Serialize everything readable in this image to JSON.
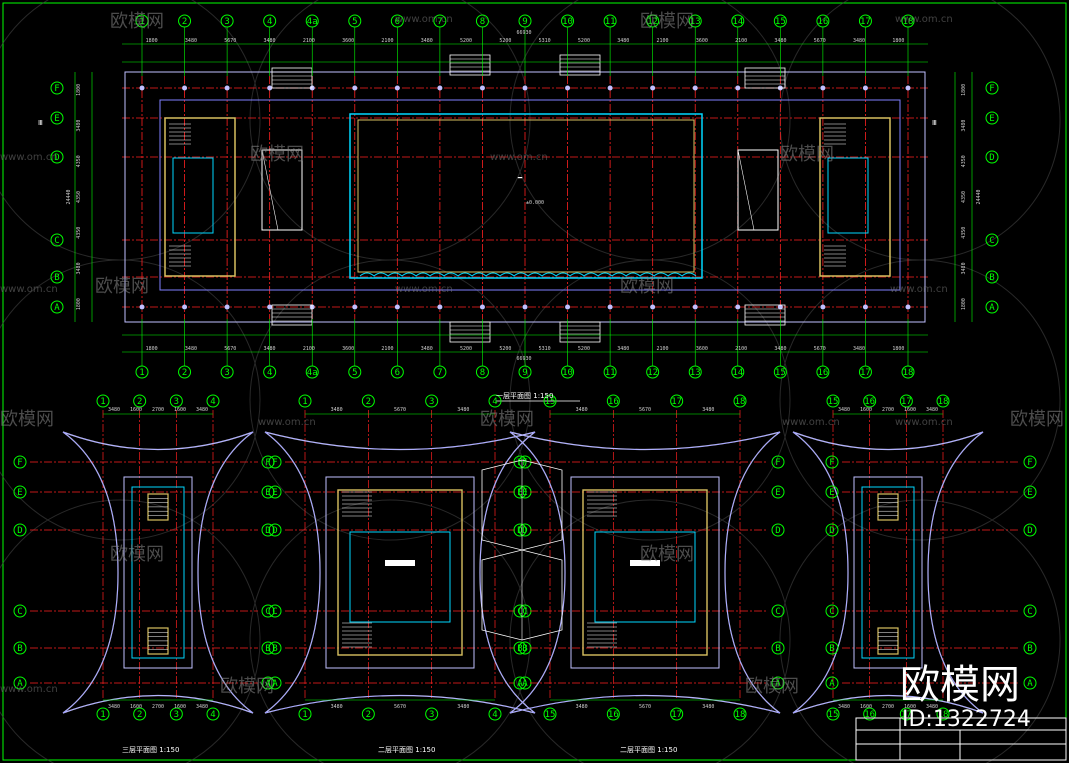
{
  "colors": {
    "background": "#000000",
    "axis": "#00ff00",
    "grid": "#ff2020",
    "wall": "#d8c060",
    "glass": "#00d8ff",
    "outline": "#c0c0ff",
    "dimension": "#00ff00",
    "text": "#ffffff"
  },
  "watermark": {
    "brand": "欧模网",
    "url": "www.om.cn",
    "id_text": "ID:1322724"
  },
  "main_plan": {
    "title": "一层平面图",
    "scale": "1:150",
    "top_axes": [
      "1",
      "2",
      "3",
      "4",
      "4a",
      "5",
      "6",
      "7",
      "8",
      "9",
      "10",
      "11",
      "12",
      "13",
      "14",
      "15",
      "16",
      "17",
      "18"
    ],
    "side_axes": [
      "F",
      "E",
      "D",
      "C",
      "B",
      "A"
    ],
    "total_dim": "66930",
    "top_dims": [
      "1800",
      "3480",
      "5670",
      "3480",
      "2100",
      "3600",
      "2100",
      "3480",
      "5200",
      "5200",
      "5310",
      "5200",
      "3480",
      "2100",
      "3600",
      "2100",
      "3480",
      "5670",
      "3480",
      "1800"
    ],
    "side_dims": [
      "1800",
      "3480",
      "4350",
      "4350",
      "4350",
      "3480",
      "1800"
    ],
    "total_side": "24440",
    "room_label": "±0.000",
    "section_mark": "Ⅲ"
  },
  "sub_plans": [
    {
      "title": "三层平面图",
      "scale": "1:150",
      "axes": [
        "1",
        "2",
        "3",
        "4"
      ],
      "side_axes": [
        "F",
        "E",
        "D",
        "C",
        "B",
        "A"
      ],
      "dims": [
        "3480",
        "1600",
        "2700",
        "1600",
        "3480"
      ]
    },
    {
      "title": "二层平面图",
      "scale": "1:150",
      "axes": [
        "1",
        "2",
        "3",
        "4"
      ],
      "side_axes": [
        "F",
        "E",
        "D",
        "C",
        "B",
        "A"
      ],
      "dims": [
        "3480",
        "5670",
        "3480"
      ]
    },
    {
      "title": "二层平面图",
      "scale": "1:150",
      "axes": [
        "15",
        "16",
        "17",
        "18"
      ],
      "side_axes": [
        "F",
        "E",
        "D",
        "C",
        "B",
        "A"
      ],
      "dims": [
        "3480",
        "5670",
        "3480"
      ]
    },
    {
      "title": "",
      "scale": "",
      "axes": [
        "15",
        "16",
        "17",
        "18"
      ],
      "side_axes": [
        "F",
        "E",
        "D",
        "C",
        "B",
        "A"
      ],
      "dims": [
        "3480",
        "1600",
        "2700",
        "1600",
        "3480"
      ]
    }
  ]
}
